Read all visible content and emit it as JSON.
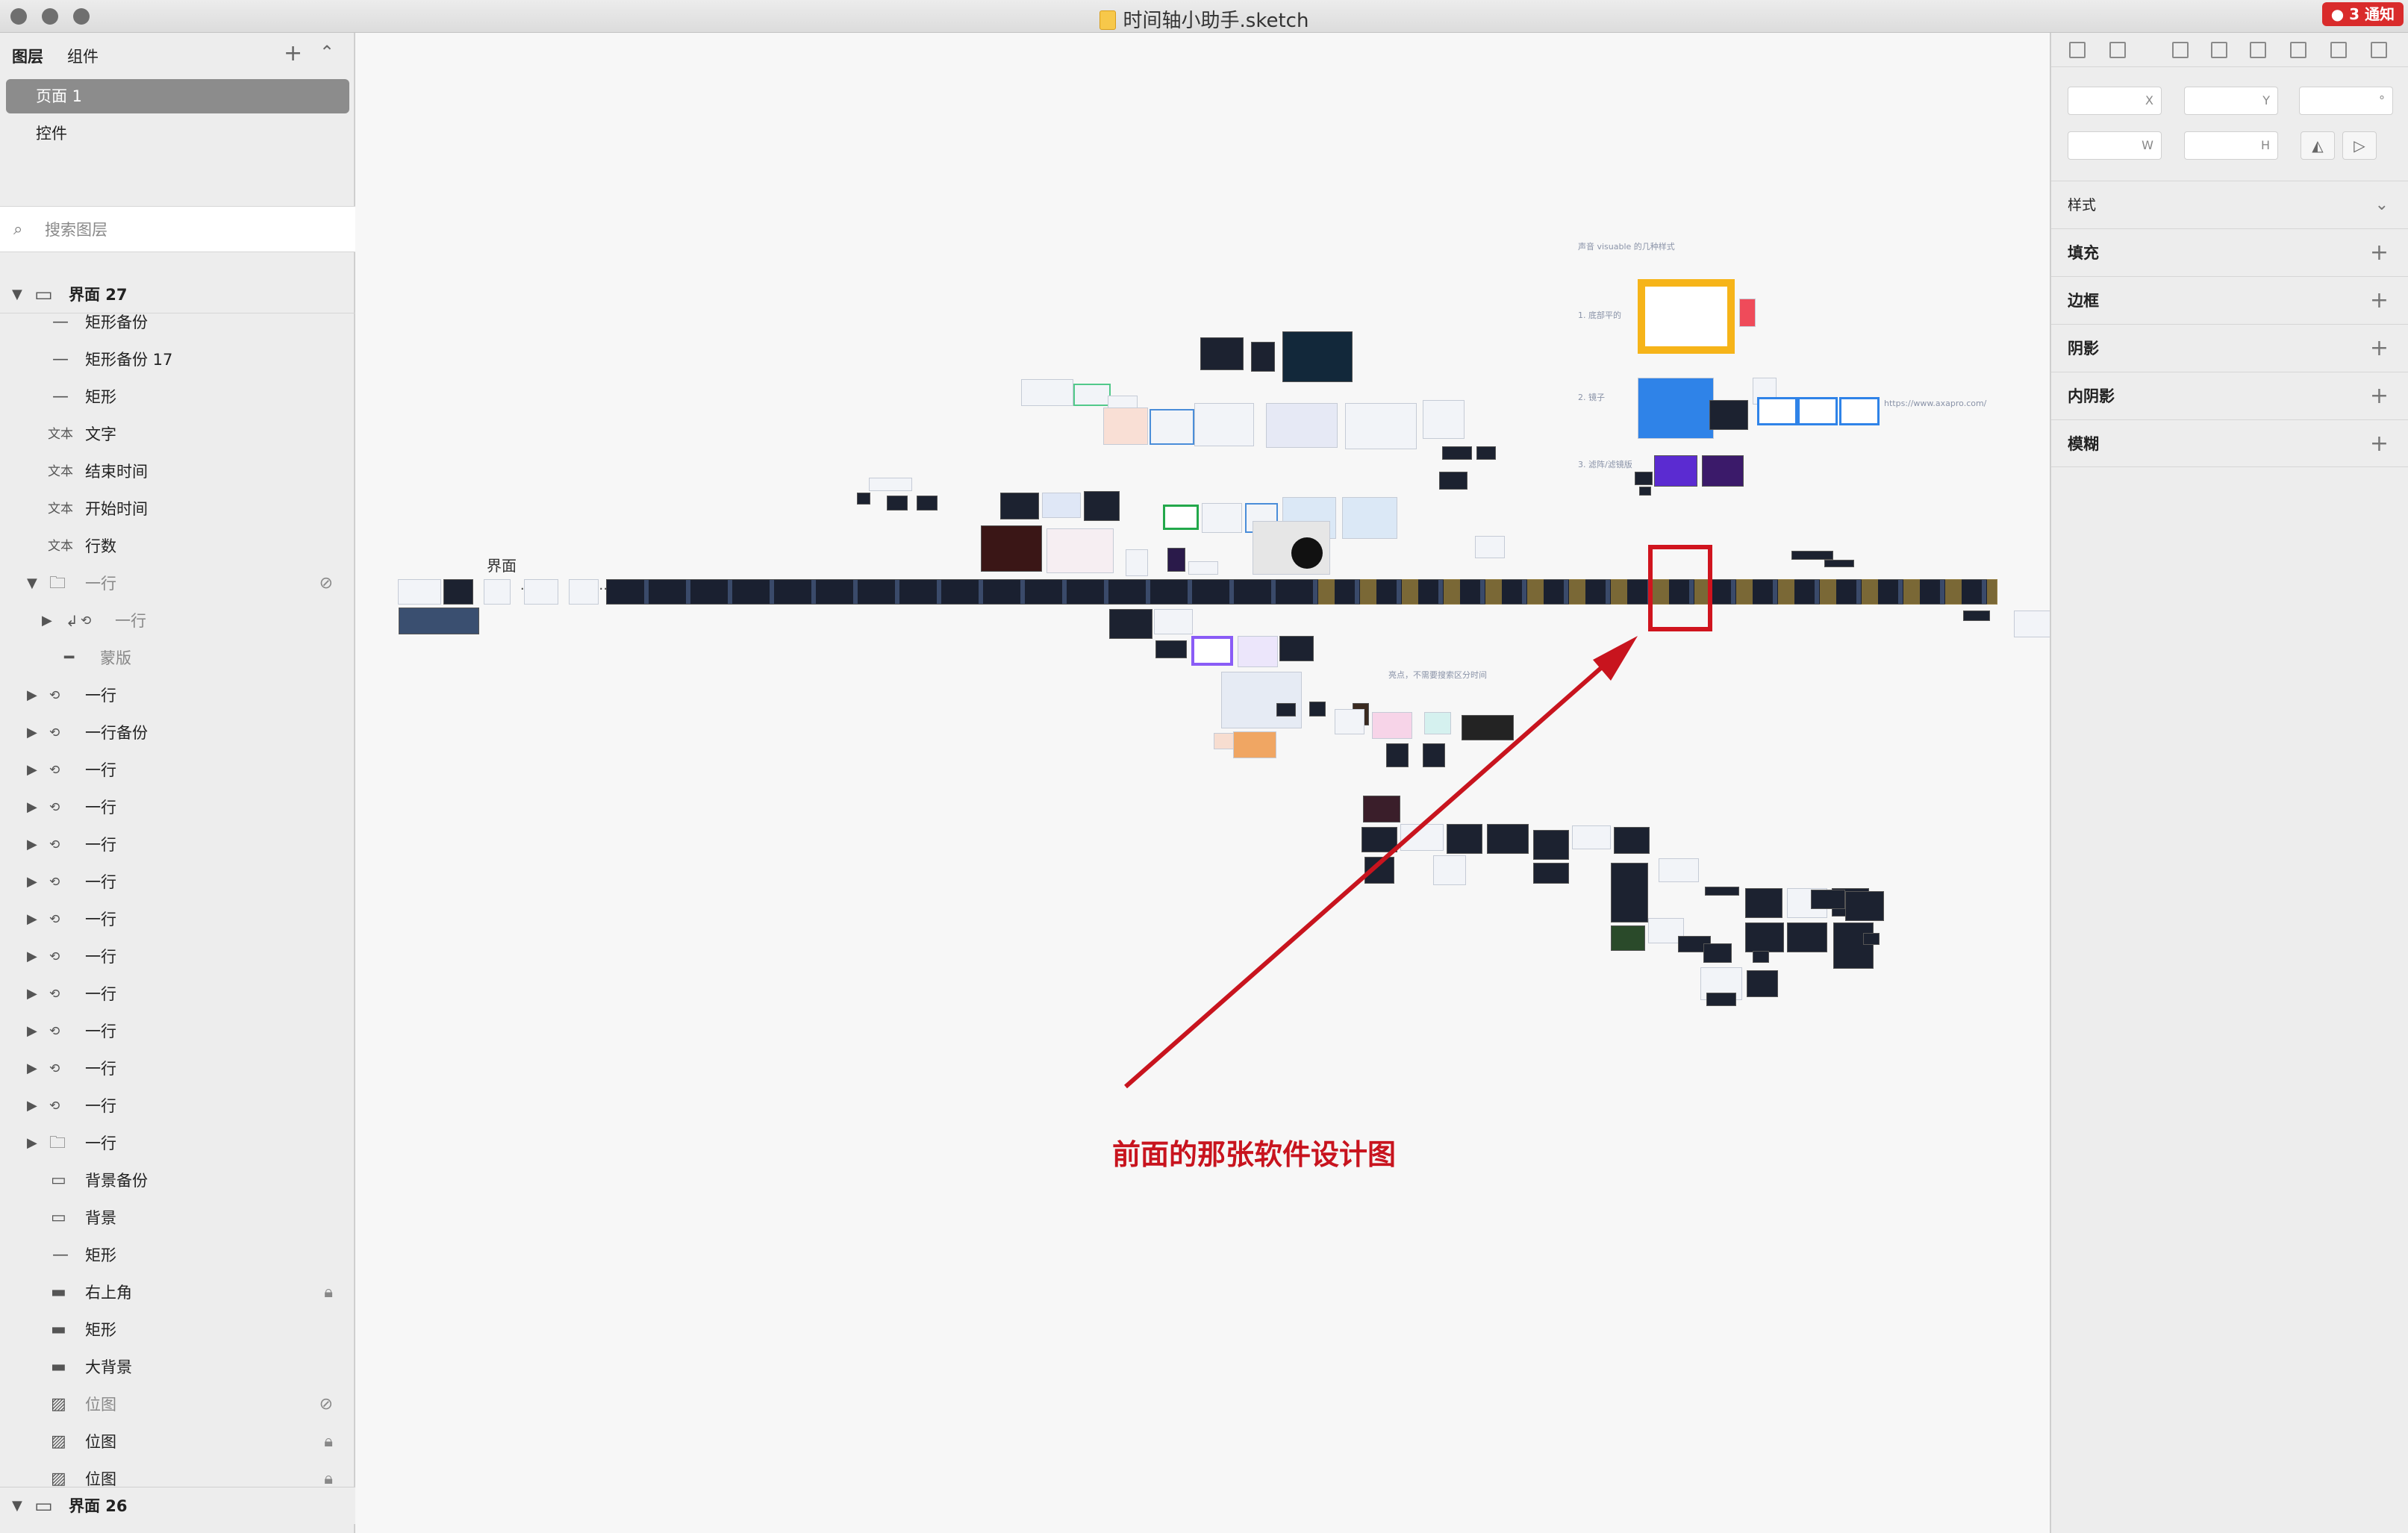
{
  "window": {
    "title": "时间轴小助手.sketch",
    "notification": "● 3 通知"
  },
  "sidebar": {
    "tabs": [
      "图层",
      "组件"
    ],
    "pages": [
      "页面 1",
      "控件"
    ],
    "search_placeholder": "搜索图层",
    "group_top": "界面 27",
    "group_bottom": "界面 26",
    "layers": [
      "矩形备份",
      "矩形备份 17",
      "矩形",
      "文字",
      "结束时间",
      "开始时间",
      "行数",
      "一行",
      "一行",
      "蒙版",
      "一行",
      "一行备份",
      "一行",
      "一行",
      "一行",
      "一行",
      "一行",
      "一行",
      "一行",
      "一行",
      "一行",
      "一行",
      "一行",
      "背景备份",
      "背景",
      "矩形",
      "右上角",
      "矩形",
      "大背景",
      "位图",
      "位图",
      "位图"
    ],
    "text_type": "文本"
  },
  "inspector": {
    "fields": {
      "x": "X",
      "y": "Y",
      "rotate": "°",
      "w": "W",
      "h": "H"
    },
    "style_label": "样式",
    "sections": [
      "填充",
      "边框",
      "阴影",
      "内阴影",
      "模糊"
    ]
  },
  "canvas": {
    "annotation": "前面的那张软件设计图",
    "timeline_label": "界面",
    "side_notes": [
      "声音 visuable 的几种样式",
      "1. 底部平的",
      "2. 镜子",
      "3. 滤阵/滤镜版"
    ],
    "url_note": "https://www.axapro.com/",
    "center_note": "亮点，不需要搜索区分时间"
  },
  "colors": {
    "accent_red": "#d0141e",
    "symbol_purple": "#b51fd0"
  }
}
